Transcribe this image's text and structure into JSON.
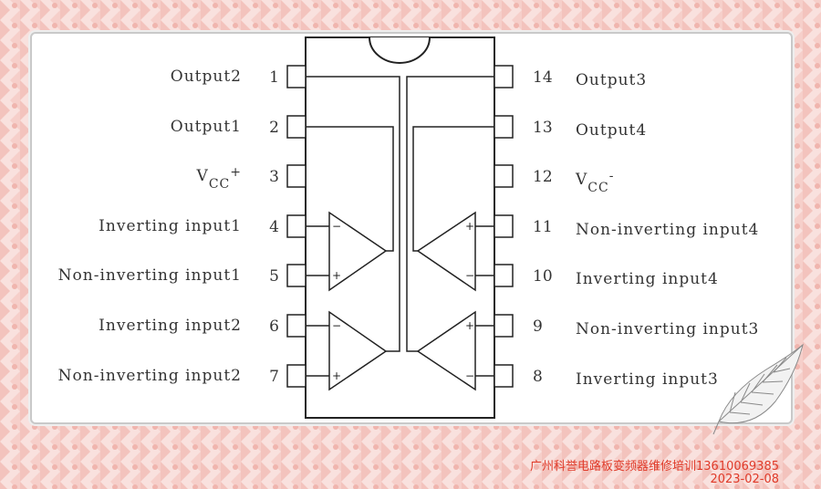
{
  "pins_left": [
    {
      "number": "1",
      "label": "Output2"
    },
    {
      "number": "2",
      "label": "Output1"
    },
    {
      "number": "3",
      "label": "V",
      "sub": "CC",
      "sup": "+"
    },
    {
      "number": "4",
      "label": "Inverting input1"
    },
    {
      "number": "5",
      "label": "Non-inverting input1"
    },
    {
      "number": "6",
      "label": "Inverting input2"
    },
    {
      "number": "7",
      "label": "Non-inverting input2"
    }
  ],
  "pins_right": [
    {
      "number": "14",
      "label": "Output3"
    },
    {
      "number": "13",
      "label": "Output4"
    },
    {
      "number": "12",
      "label": "V",
      "sub": "CC",
      "sup": "-"
    },
    {
      "number": "11",
      "label": "Non-inverting input4"
    },
    {
      "number": "10",
      "label": "Inverting input4"
    },
    {
      "number": "9",
      "label": "Non-inverting input3"
    },
    {
      "number": "8",
      "label": "Inverting input3"
    }
  ],
  "opamp_signs": {
    "minus": "−",
    "plus": "+"
  },
  "footer": {
    "company": "广州科誉电路板变频器维修培训13610069385",
    "date": "2023-02-08"
  },
  "colors": {
    "background": "#f7d4d0",
    "plaid": "#f2b8b2",
    "footer_text": "#e03b2a"
  }
}
